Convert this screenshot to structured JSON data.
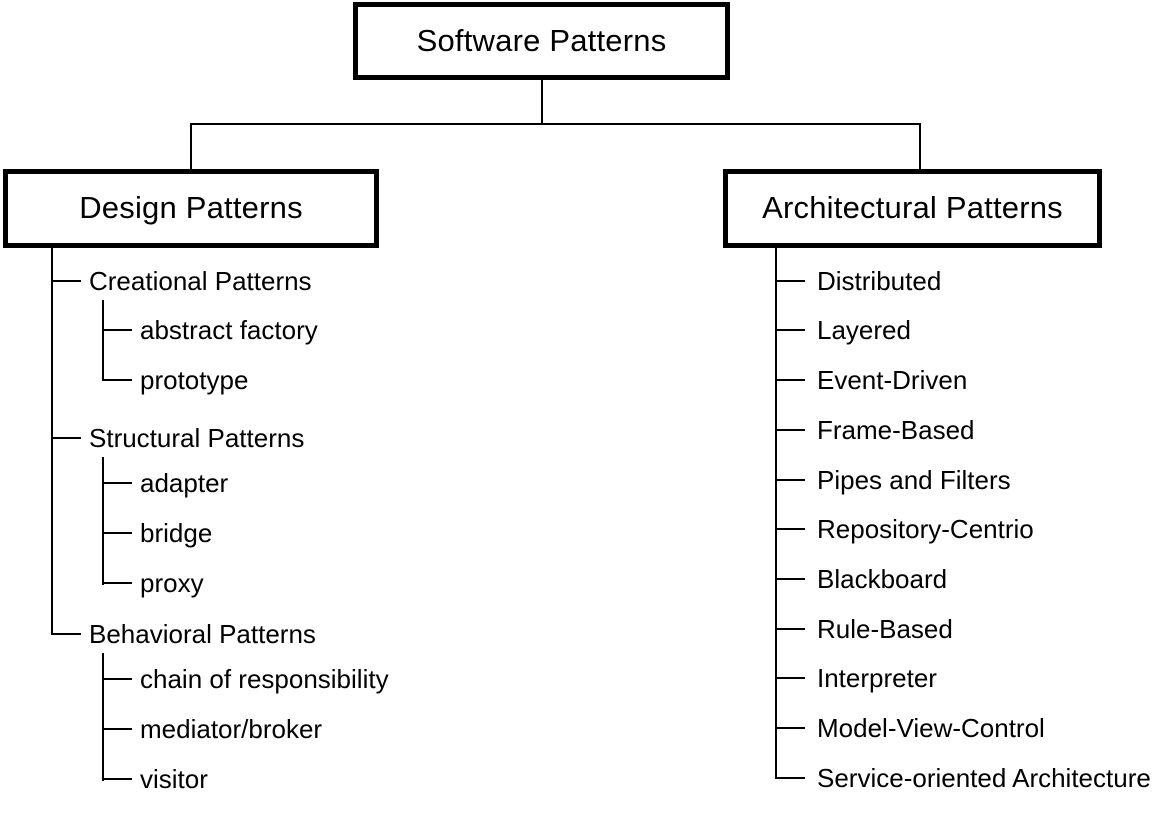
{
  "diagram": {
    "title": "Software Patterns",
    "line_color": "#000000",
    "background_color": "#ffffff",
    "text_color": "#000000"
  },
  "root": {
    "label": "Software Patterns"
  },
  "branches": [
    {
      "label": "Design Patterns",
      "groups": [
        {
          "label": "Creational Patterns",
          "children": [
            {
              "label": "abstract factory"
            },
            {
              "label": "prototype"
            }
          ]
        },
        {
          "label": "Structural Patterns",
          "children": [
            {
              "label": "adapter"
            },
            {
              "label": "bridge"
            },
            {
              "label": "proxy"
            }
          ]
        },
        {
          "label": "Behavioral Patterns",
          "children": [
            {
              "label": "chain of responsibility"
            },
            {
              "label": "mediator/broker"
            },
            {
              "label": "visitor"
            }
          ]
        }
      ]
    },
    {
      "label": "Architectural Patterns",
      "items": [
        {
          "label": "Distributed"
        },
        {
          "label": "Layered"
        },
        {
          "label": "Event-Driven"
        },
        {
          "label": "Frame-Based"
        },
        {
          "label": "Pipes and Filters"
        },
        {
          "label": "Repository-Centrio"
        },
        {
          "label": "Blackboard"
        },
        {
          "label": "Rule-Based"
        },
        {
          "label": "Interpreter"
        },
        {
          "label": "Model-View-Control"
        },
        {
          "label": "Service-oriented  Architecture"
        }
      ]
    }
  ]
}
